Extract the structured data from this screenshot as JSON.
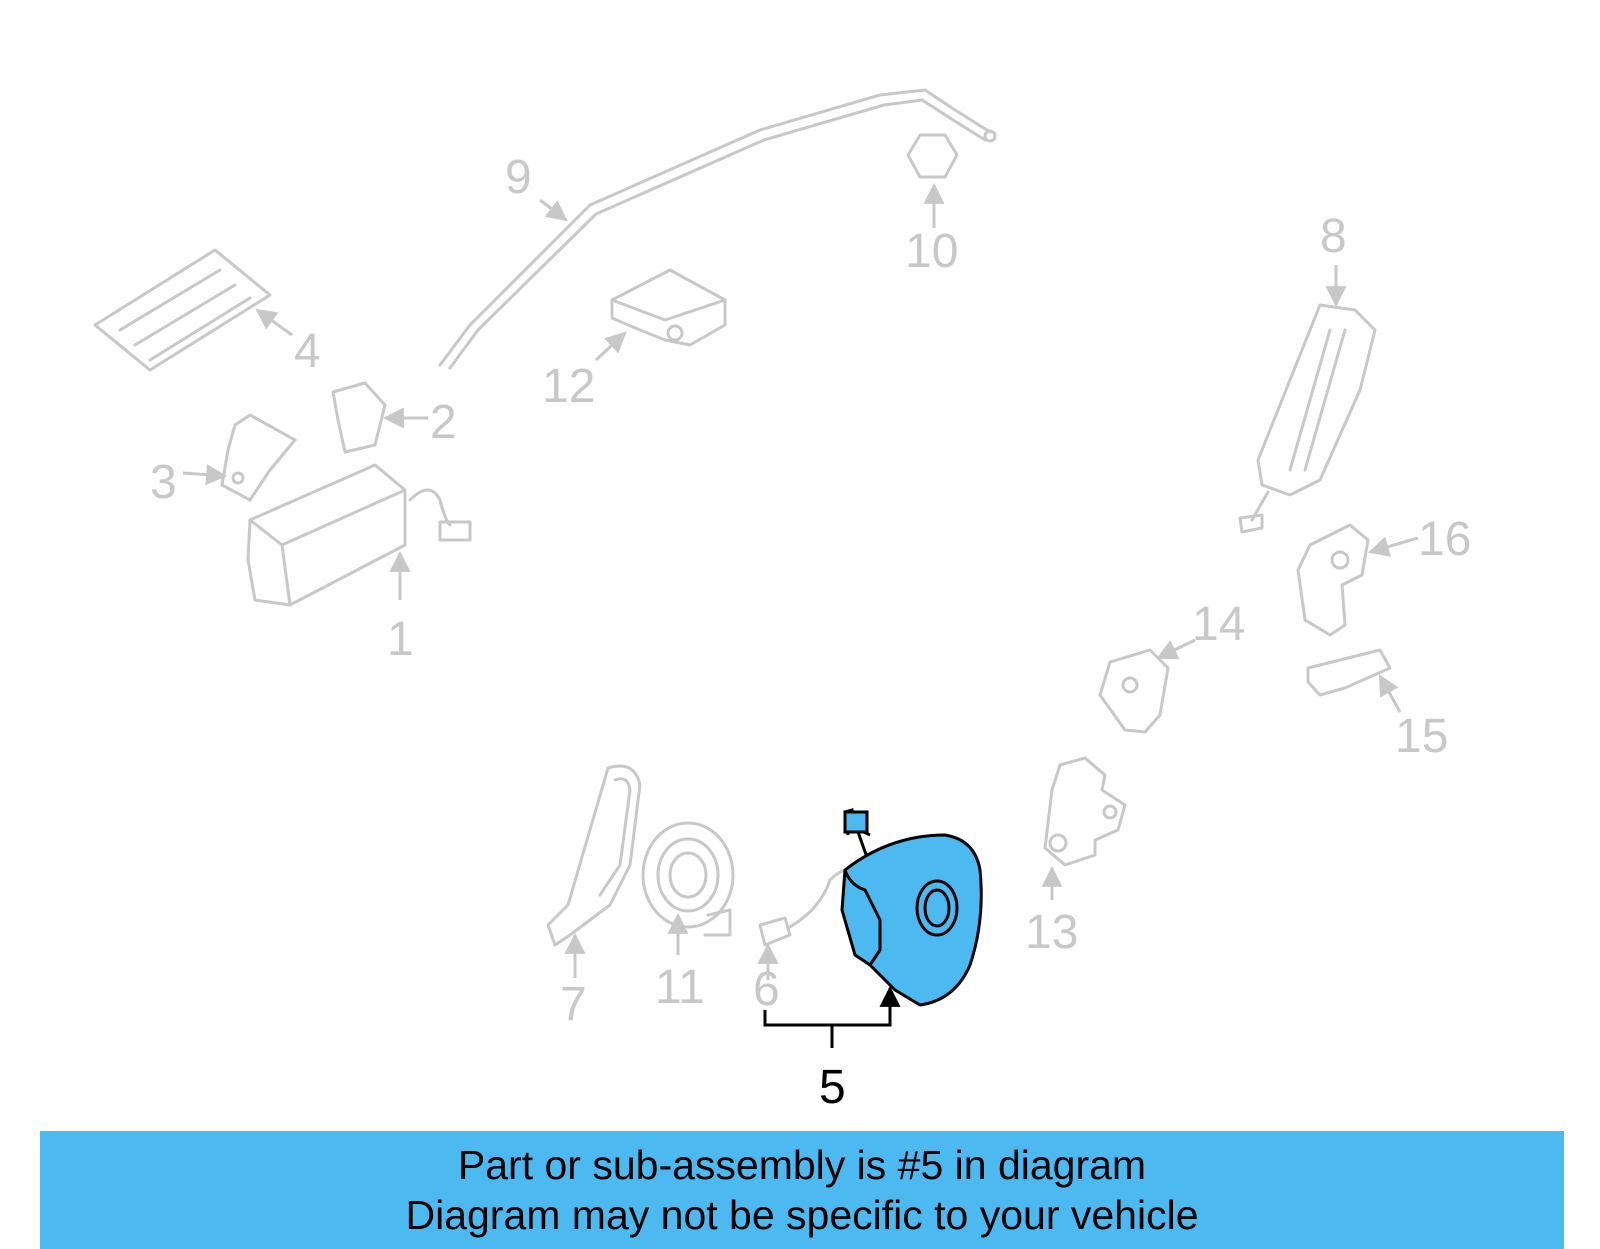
{
  "diagram": {
    "callouts": [
      {
        "id": "1",
        "label": "1"
      },
      {
        "id": "2",
        "label": "2"
      },
      {
        "id": "3",
        "label": "3"
      },
      {
        "id": "4",
        "label": "4"
      },
      {
        "id": "5",
        "label": "5"
      },
      {
        "id": "6",
        "label": "6"
      },
      {
        "id": "7",
        "label": "7"
      },
      {
        "id": "8",
        "label": "8"
      },
      {
        "id": "9",
        "label": "9"
      },
      {
        "id": "10",
        "label": "10"
      },
      {
        "id": "11",
        "label": "11"
      },
      {
        "id": "12",
        "label": "12"
      },
      {
        "id": "13",
        "label": "13"
      },
      {
        "id": "14",
        "label": "14"
      },
      {
        "id": "15",
        "label": "15"
      },
      {
        "id": "16",
        "label": "16"
      }
    ],
    "highlighted_part": "5",
    "colors": {
      "highlight": "#4cb9f0",
      "muted": "#c8c8c8",
      "text": "#000000"
    }
  },
  "banner": {
    "line1": "Part or sub-assembly is #5 in diagram",
    "line2": "Diagram may not be specific to your vehicle"
  }
}
